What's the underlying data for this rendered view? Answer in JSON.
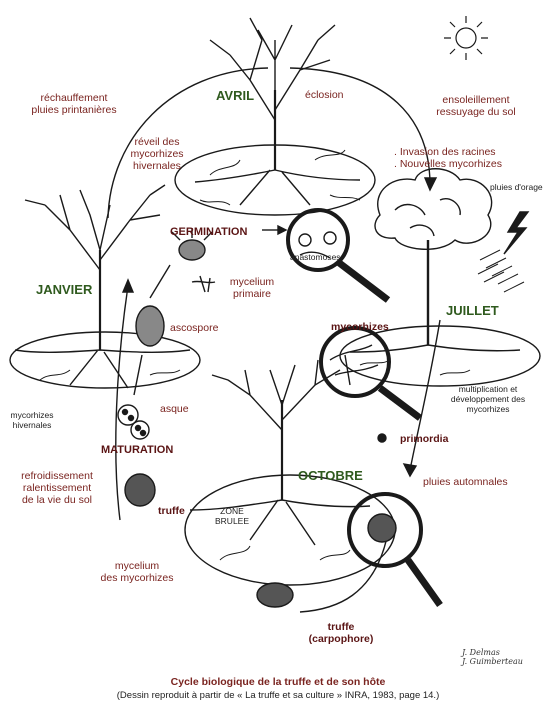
{
  "seasons": {
    "avril": "AVRIL",
    "janvier": "JANVIER",
    "juillet": "JUILLET",
    "octobre": "OCTOBRE"
  },
  "stages": {
    "germination": "GERMINATION",
    "maturation": "MATURATION"
  },
  "labels": {
    "rechauffement_1": "réchauffement",
    "rechauffement_2": "pluies printanières",
    "eclosion": "éclosion",
    "ensoleillement_1": "ensoleillement",
    "ensoleillement_2": "ressuyage du sol",
    "reveil_1": "réveil des",
    "reveil_2": "mycorhizes",
    "reveil_3": "hivernales",
    "invasion_1": ". Invasion des racines",
    "invasion_2": ". Nouvelles mycorhizes",
    "pluies_orage": "pluies d'orage",
    "anastomoses": "anastomoses",
    "mycelium_primaire_1": "mycelium",
    "mycelium_primaire_2": "primaire",
    "ascospore": "ascospore",
    "mycorhizes": "mycorhizes",
    "multiplication_1": "multiplication et",
    "multiplication_2": "développement des",
    "multiplication_3": "mycorhizes",
    "mycorhizes_hivernales_1": "mycorhizes",
    "mycorhizes_hivernales_2": "hivernales",
    "asque": "asque",
    "primordia": "primordia",
    "refroidissement_1": "refroidissement",
    "refroidissement_2": "ralentissement",
    "refroidissement_3": "de la vie du sol",
    "pluies_automnales": "pluies automnales",
    "truffe": "truffe",
    "zone_brulee_1": "ZONE",
    "zone_brulee_2": "BRULEE",
    "mycelium_myco_1": "mycelium",
    "mycelium_myco_2": "des mycorhizes",
    "truffe_carpophore_1": "truffe",
    "truffe_carpophore_2": "(carpophore)"
  },
  "signature": {
    "line1": "J. Delmas",
    "line2": "J. Guimberteau"
  },
  "caption": {
    "title": "Cycle biologique de la truffe et de son hôte",
    "source": "(Dessin reproduit à partir de « La truffe et sa culture » INRA, 1983, page 14.)"
  },
  "colors": {
    "line": "#1a1a1a",
    "label_text": "#7a2420",
    "season_text": "#2f5a1e",
    "stage_text": "#5a1414"
  }
}
